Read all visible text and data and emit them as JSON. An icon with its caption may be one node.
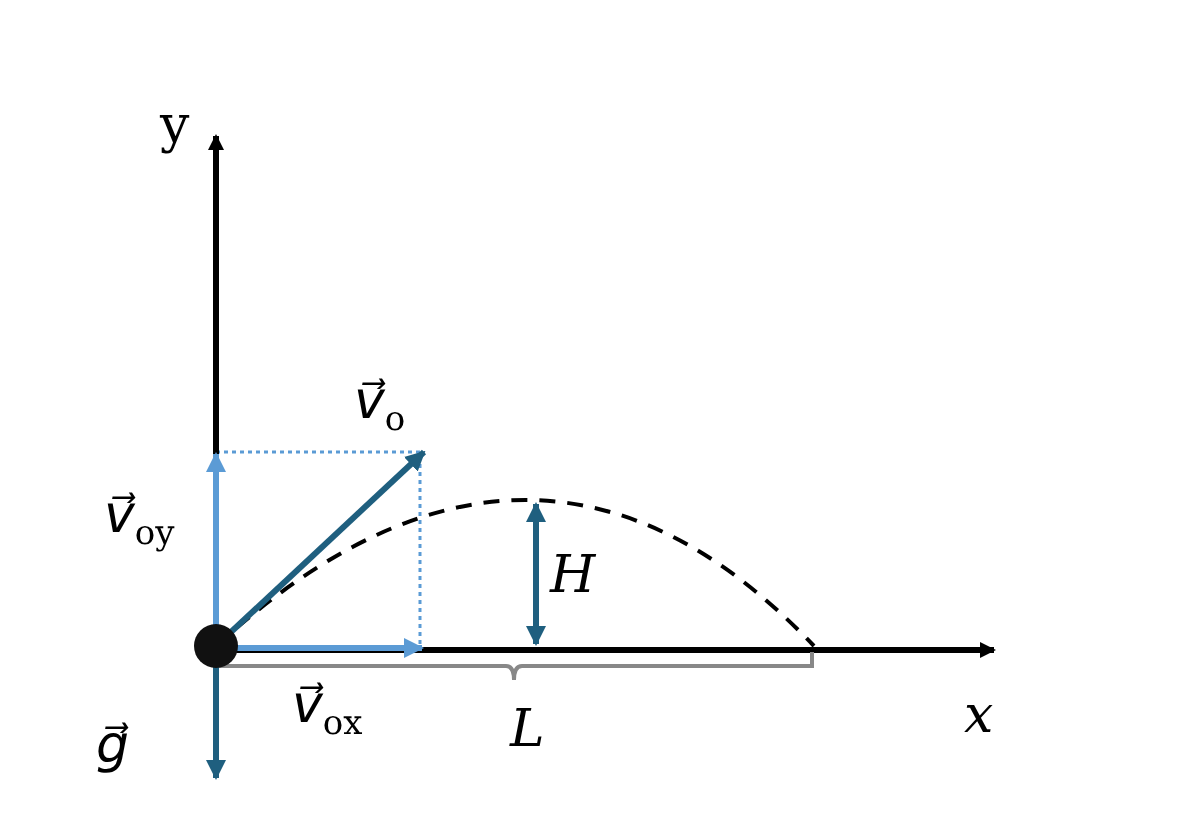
{
  "diagram": {
    "labels": [
      "y",
      "*v⃗*$_{o}$",
      "*v⃗*$_{oy}$",
      "*H*",
      "*x*",
      "*g⃗*",
      "*v⃗*$_{ox}$",
      "*L*"
    ]
  }
}
